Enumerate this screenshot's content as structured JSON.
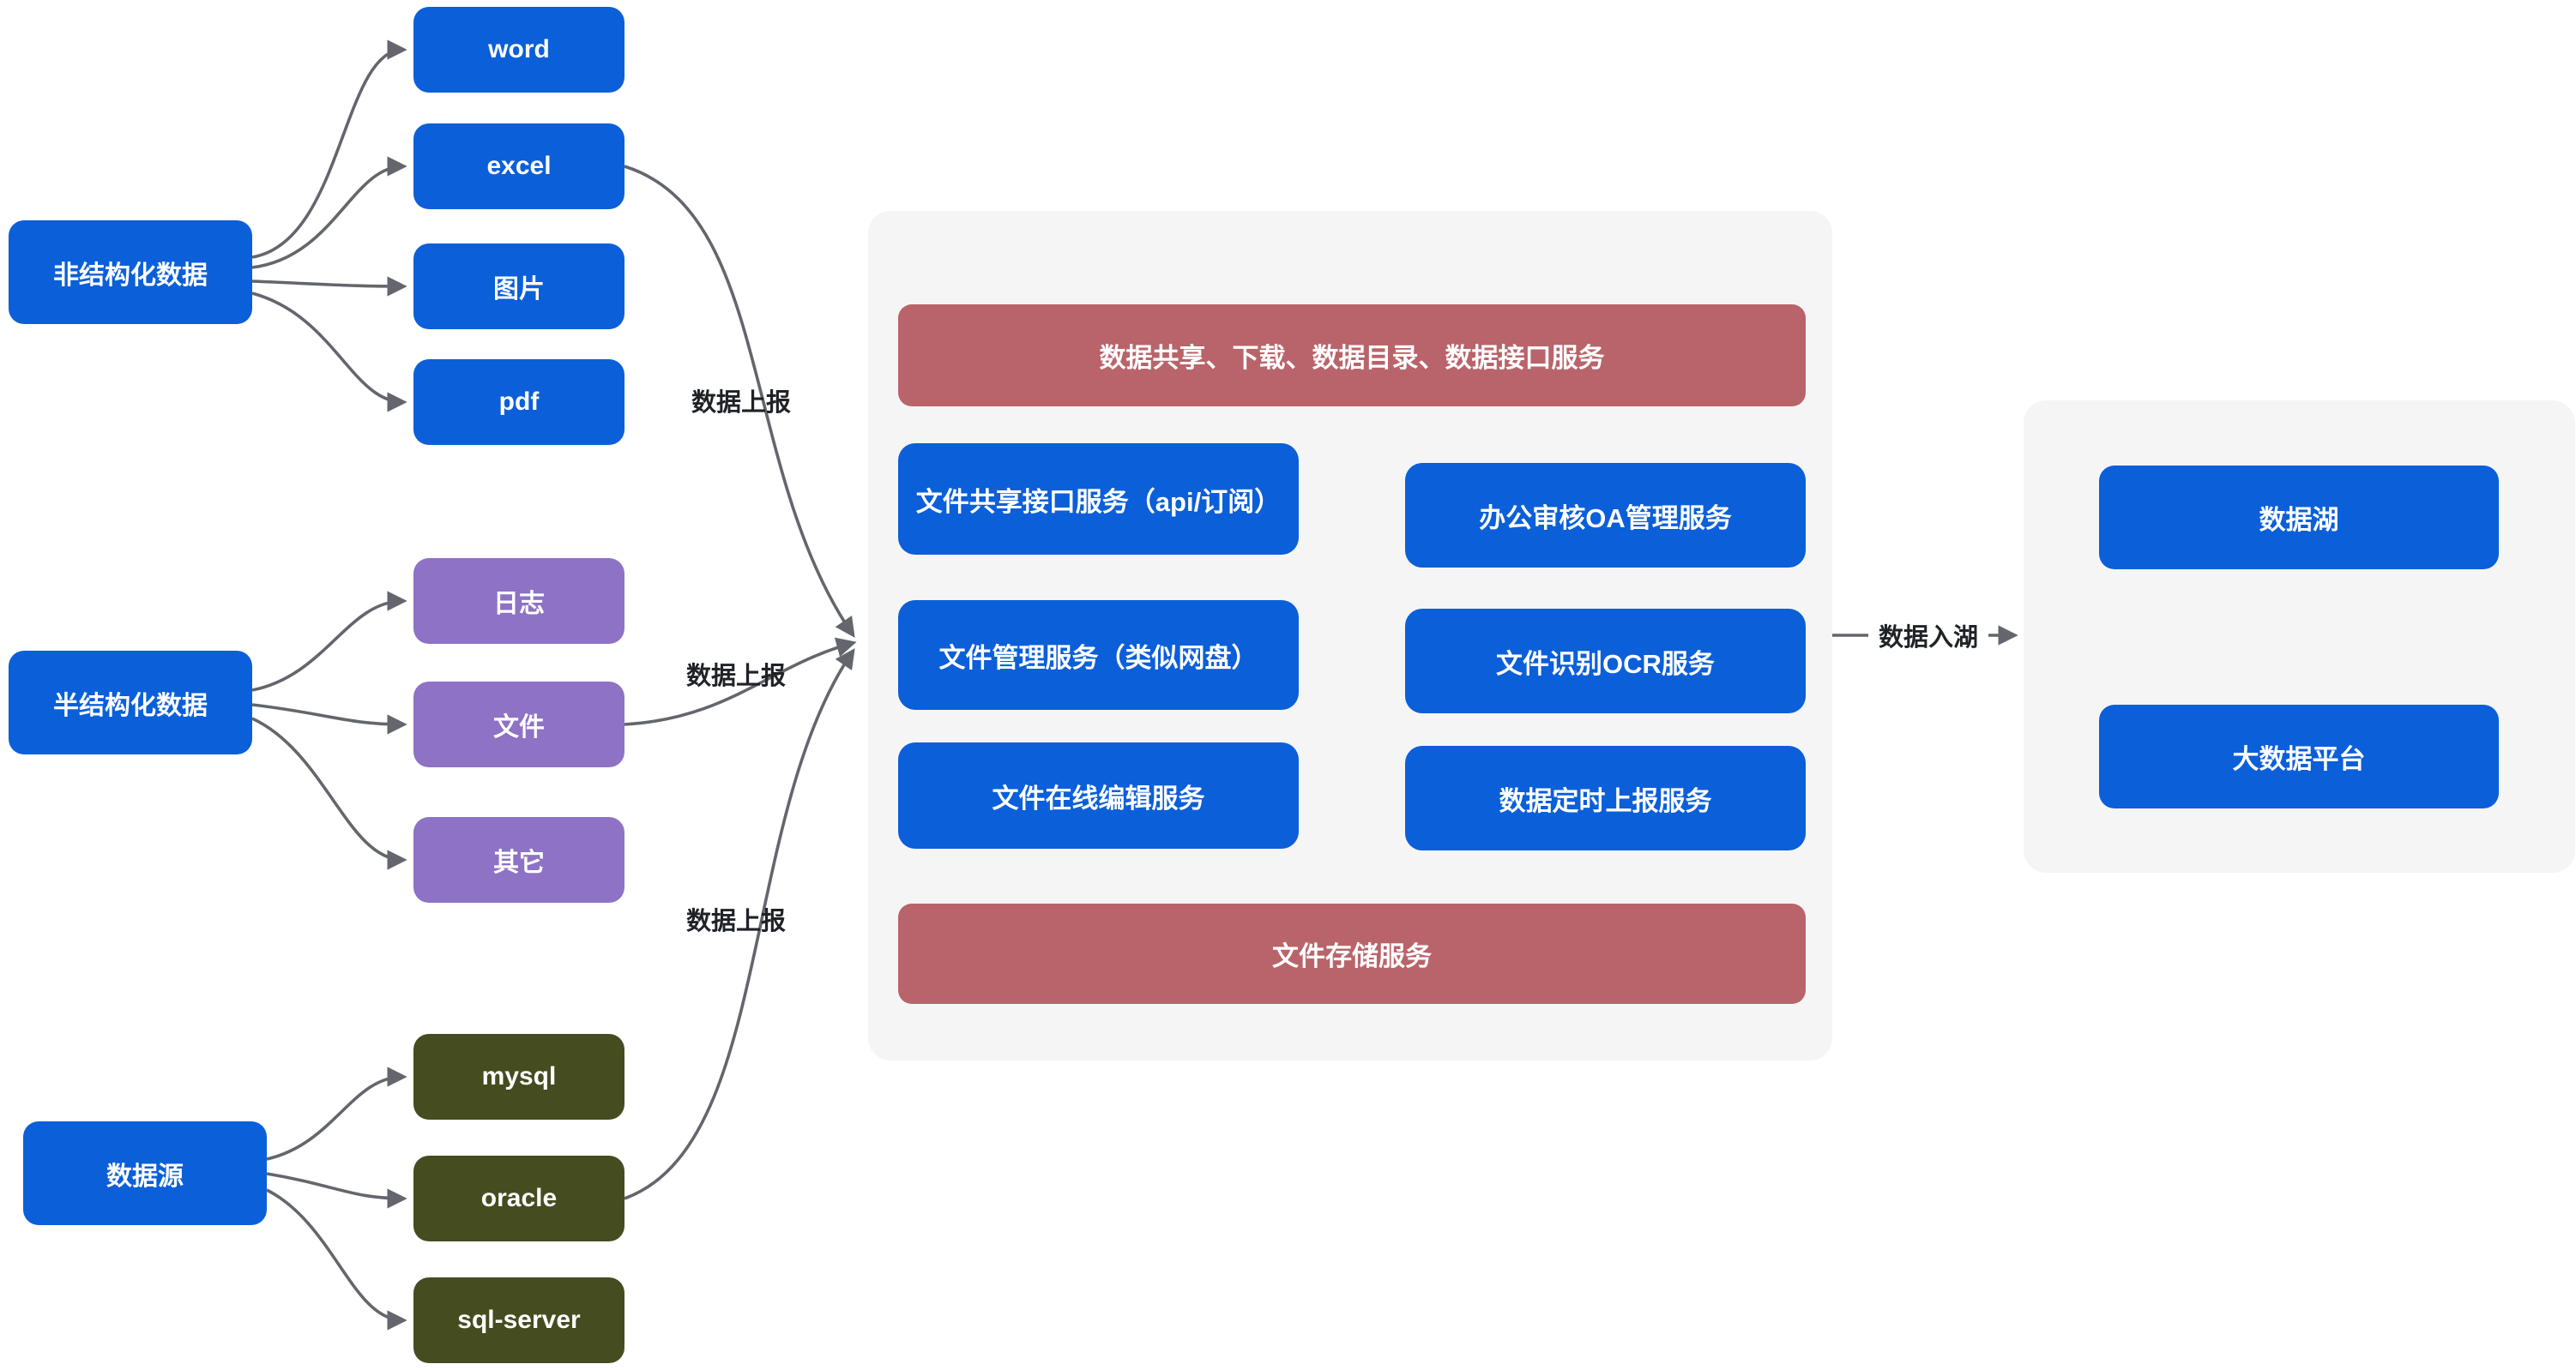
{
  "nodes": {
    "unstructured": "非结构化数据",
    "word": "word",
    "excel": "excel",
    "image": "图片",
    "pdf": "pdf",
    "semi_structured": "半结构化数据",
    "log": "日志",
    "file": "文件",
    "other": "其它",
    "datasource": "数据源",
    "mysql": "mysql",
    "oracle": "oracle",
    "sqlserver": "sql-server",
    "share_bar": "数据共享、下载、数据目录、数据接口服务",
    "svc_share_api": "文件共享接口服务（api/订阅）",
    "svc_oa": "办公审核OA管理服务",
    "svc_file_mgmt": "文件管理服务（类似网盘）",
    "svc_ocr": "文件识别OCR服务",
    "svc_online_edit": "文件在线编辑服务",
    "svc_timed_report": "数据定时上报服务",
    "storage_bar": "文件存储服务",
    "datalake": "数据湖",
    "bigdata_platform": "大数据平台"
  },
  "edge_labels": {
    "upload_top": "数据上报",
    "upload_mid": "数据上报",
    "upload_bottom": "数据上报",
    "into_lake": "数据入湖"
  },
  "colors": {
    "blue": "#0b5fd9",
    "purple": "#8d72c5",
    "olive": "#454c1f",
    "red": "#b9646a",
    "panel_gray": "#f5f5f6",
    "arrow_gray": "#63666c",
    "label_text": "#1f2227",
    "node_text": "#ffffff"
  }
}
